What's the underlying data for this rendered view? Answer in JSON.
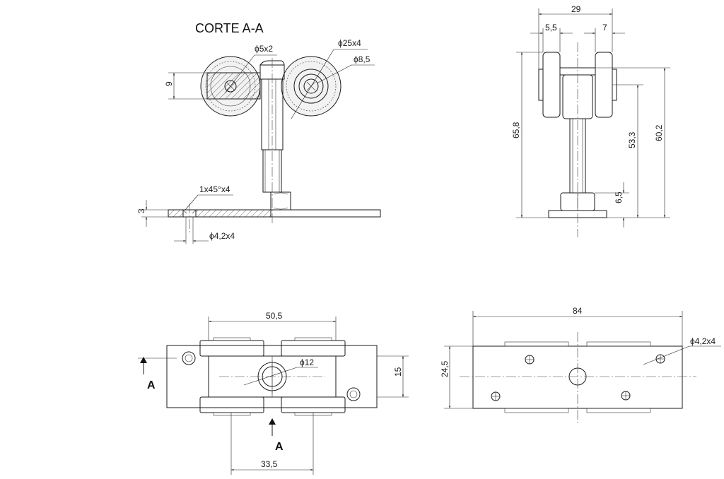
{
  "title": "CORTE A-A",
  "section_view": {
    "wheel_dia": "ϕ25x4",
    "bore_dia": "ϕ8,5",
    "pin_dia": "ϕ5x2",
    "height_9": "9",
    "chamfer": "1x45°x4",
    "plate_thk": "3",
    "hole_dia": "ϕ4,2x4"
  },
  "side_view": {
    "width_29": "29",
    "dim_55": "5,5",
    "dim_7": "7",
    "h_658": "65,8",
    "h_533": "53,3",
    "h_602": "60,2",
    "h_65": "6,5"
  },
  "bottom_view": {
    "width_505": "50,5",
    "bore": "ϕ12",
    "h_15": "15",
    "section_mark": "A",
    "width_335": "33,5"
  },
  "plan_view": {
    "width_84": "84",
    "h_245": "24,5",
    "hole_dia": "ϕ4,2x4"
  }
}
